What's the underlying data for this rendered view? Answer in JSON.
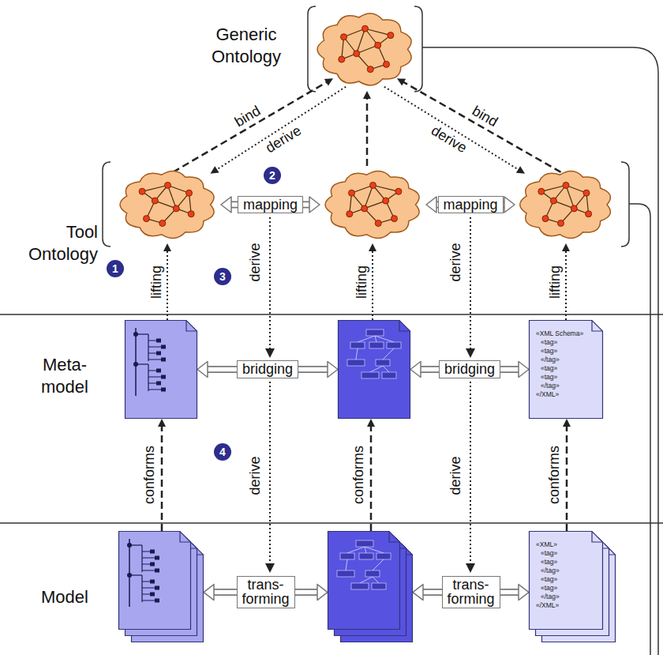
{
  "diagram": {
    "nodes": [
      {
        "text": [
          "Generic Ontology"
        ]
      },
      {
        "text": []
      },
      {
        "text": []
      },
      {
        "text": []
      },
      {
        "text": []
      },
      {
        "text": []
      },
      {
        "text": [
          "«XML Schema»",
          "«tag»",
          "«tag»",
          "«/tag»",
          "«tag»",
          "«tag»",
          "«/tag»",
          "«/XML»"
        ]
      },
      {
        "text": []
      },
      {
        "text": []
      },
      {
        "text": [
          "«XML»",
          "«tag»",
          "«tag»",
          "«/tag»",
          "«tag»",
          "«tag»",
          "«/tag»",
          "«/XML»"
        ]
      }
    ],
    "edges": [
      {
        "from": 1,
        "to": 0,
        "arrow": "to",
        "label": "bind"
      },
      {
        "from": 0,
        "to": 1,
        "arrow": "to",
        "label": "derive"
      },
      {
        "from": 2,
        "to": 0,
        "arrow": "to"
      },
      {
        "from": 0,
        "to": 3,
        "arrow": "to",
        "label": "derive"
      },
      {
        "from": 3,
        "to": 0,
        "arrow": "to",
        "label": "bind"
      },
      {
        "from": 1,
        "to": 2,
        "arrow": "both",
        "label": "mapping"
      },
      {
        "from": 2,
        "to": 3,
        "arrow": "both",
        "label": "mapping"
      },
      {
        "from": 4,
        "to": 1,
        "arrow": "to",
        "label": "lifting"
      },
      {
        "from": 5,
        "to": 2,
        "arrow": "to",
        "label": "lifting"
      },
      {
        "from": 6,
        "to": 3,
        "arrow": "to",
        "label": "lifting"
      },
      {
        "from": 4,
        "to": 5,
        "arrow": "both",
        "label": "bridging"
      },
      {
        "from": 5,
        "to": 6,
        "arrow": "both",
        "label": "bridging"
      },
      {
        "from": 7,
        "to": 4,
        "arrow": "to",
        "label": "conforms"
      },
      {
        "from": 8,
        "to": 5,
        "arrow": "to",
        "label": "conforms"
      },
      {
        "from": 9,
        "to": 6,
        "arrow": "to",
        "label": "conforms"
      },
      {
        "from": 7,
        "to": 8,
        "arrow": "both",
        "label": "trans- forming"
      },
      {
        "from": 8,
        "to": 9,
        "arrow": "both",
        "label": "trans- forming"
      }
    ],
    "labels": [
      "Tool Ontology",
      "Meta- model",
      "Model",
      "1",
      "2",
      "3",
      "4",
      "derive",
      "derive",
      "derive",
      "derive"
    ]
  }
}
